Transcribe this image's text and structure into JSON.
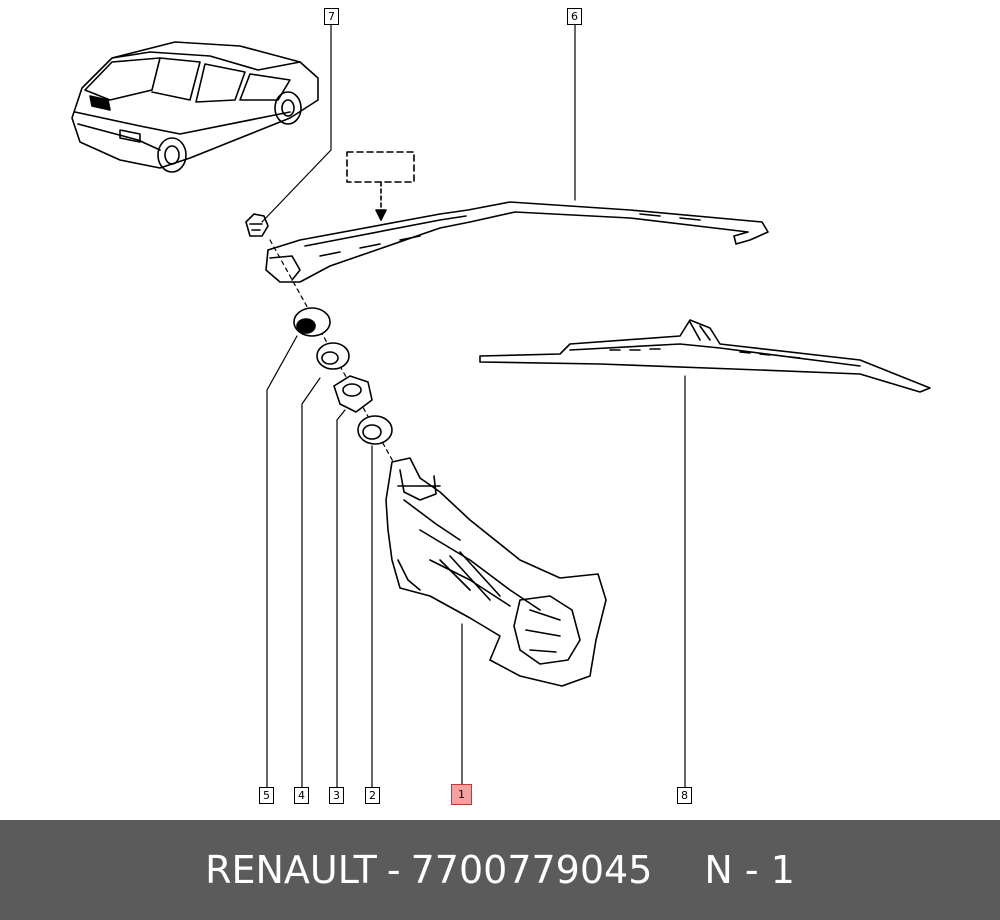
{
  "callouts": {
    "label_1": "1",
    "label_2": "2",
    "label_3": "3",
    "label_4": "4",
    "label_5": "5",
    "label_6": "6",
    "label_7": "7",
    "label_8": "8"
  },
  "footer": {
    "brand": "RENAULT",
    "separator": "-",
    "part_number": "7700779045",
    "position_code": "N - 1"
  },
  "colors": {
    "footer_bg": "#5b5b5b",
    "highlight": "#f6a0a0"
  }
}
